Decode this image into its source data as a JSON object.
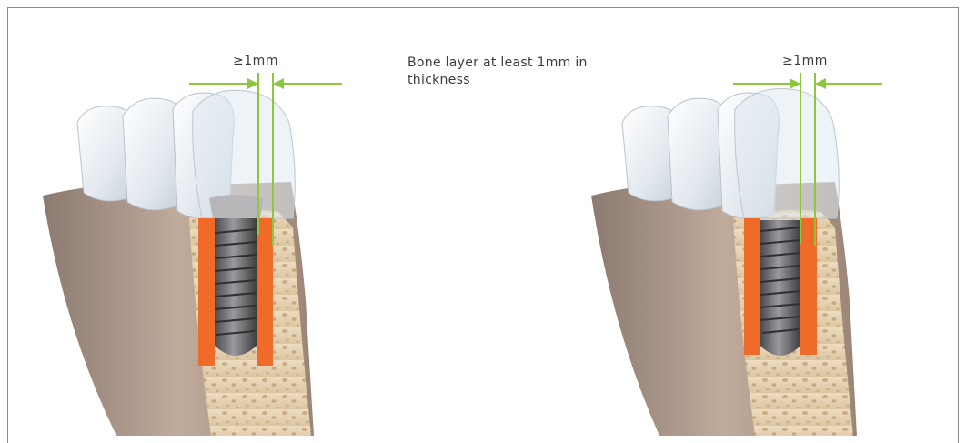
{
  "caption": "Bone layer at least 1mm in thickness",
  "left_panel": {
    "measure_label": "≥1mm"
  },
  "right_panel": {
    "measure_label": "≥1mm"
  },
  "colors": {
    "guide_green": "#8dc63f",
    "bone_orange": "#f06a2a",
    "implant_gray": "#6f6f72",
    "gum_brown": "#b9a394",
    "bone_beige": "#e8d6b8"
  }
}
